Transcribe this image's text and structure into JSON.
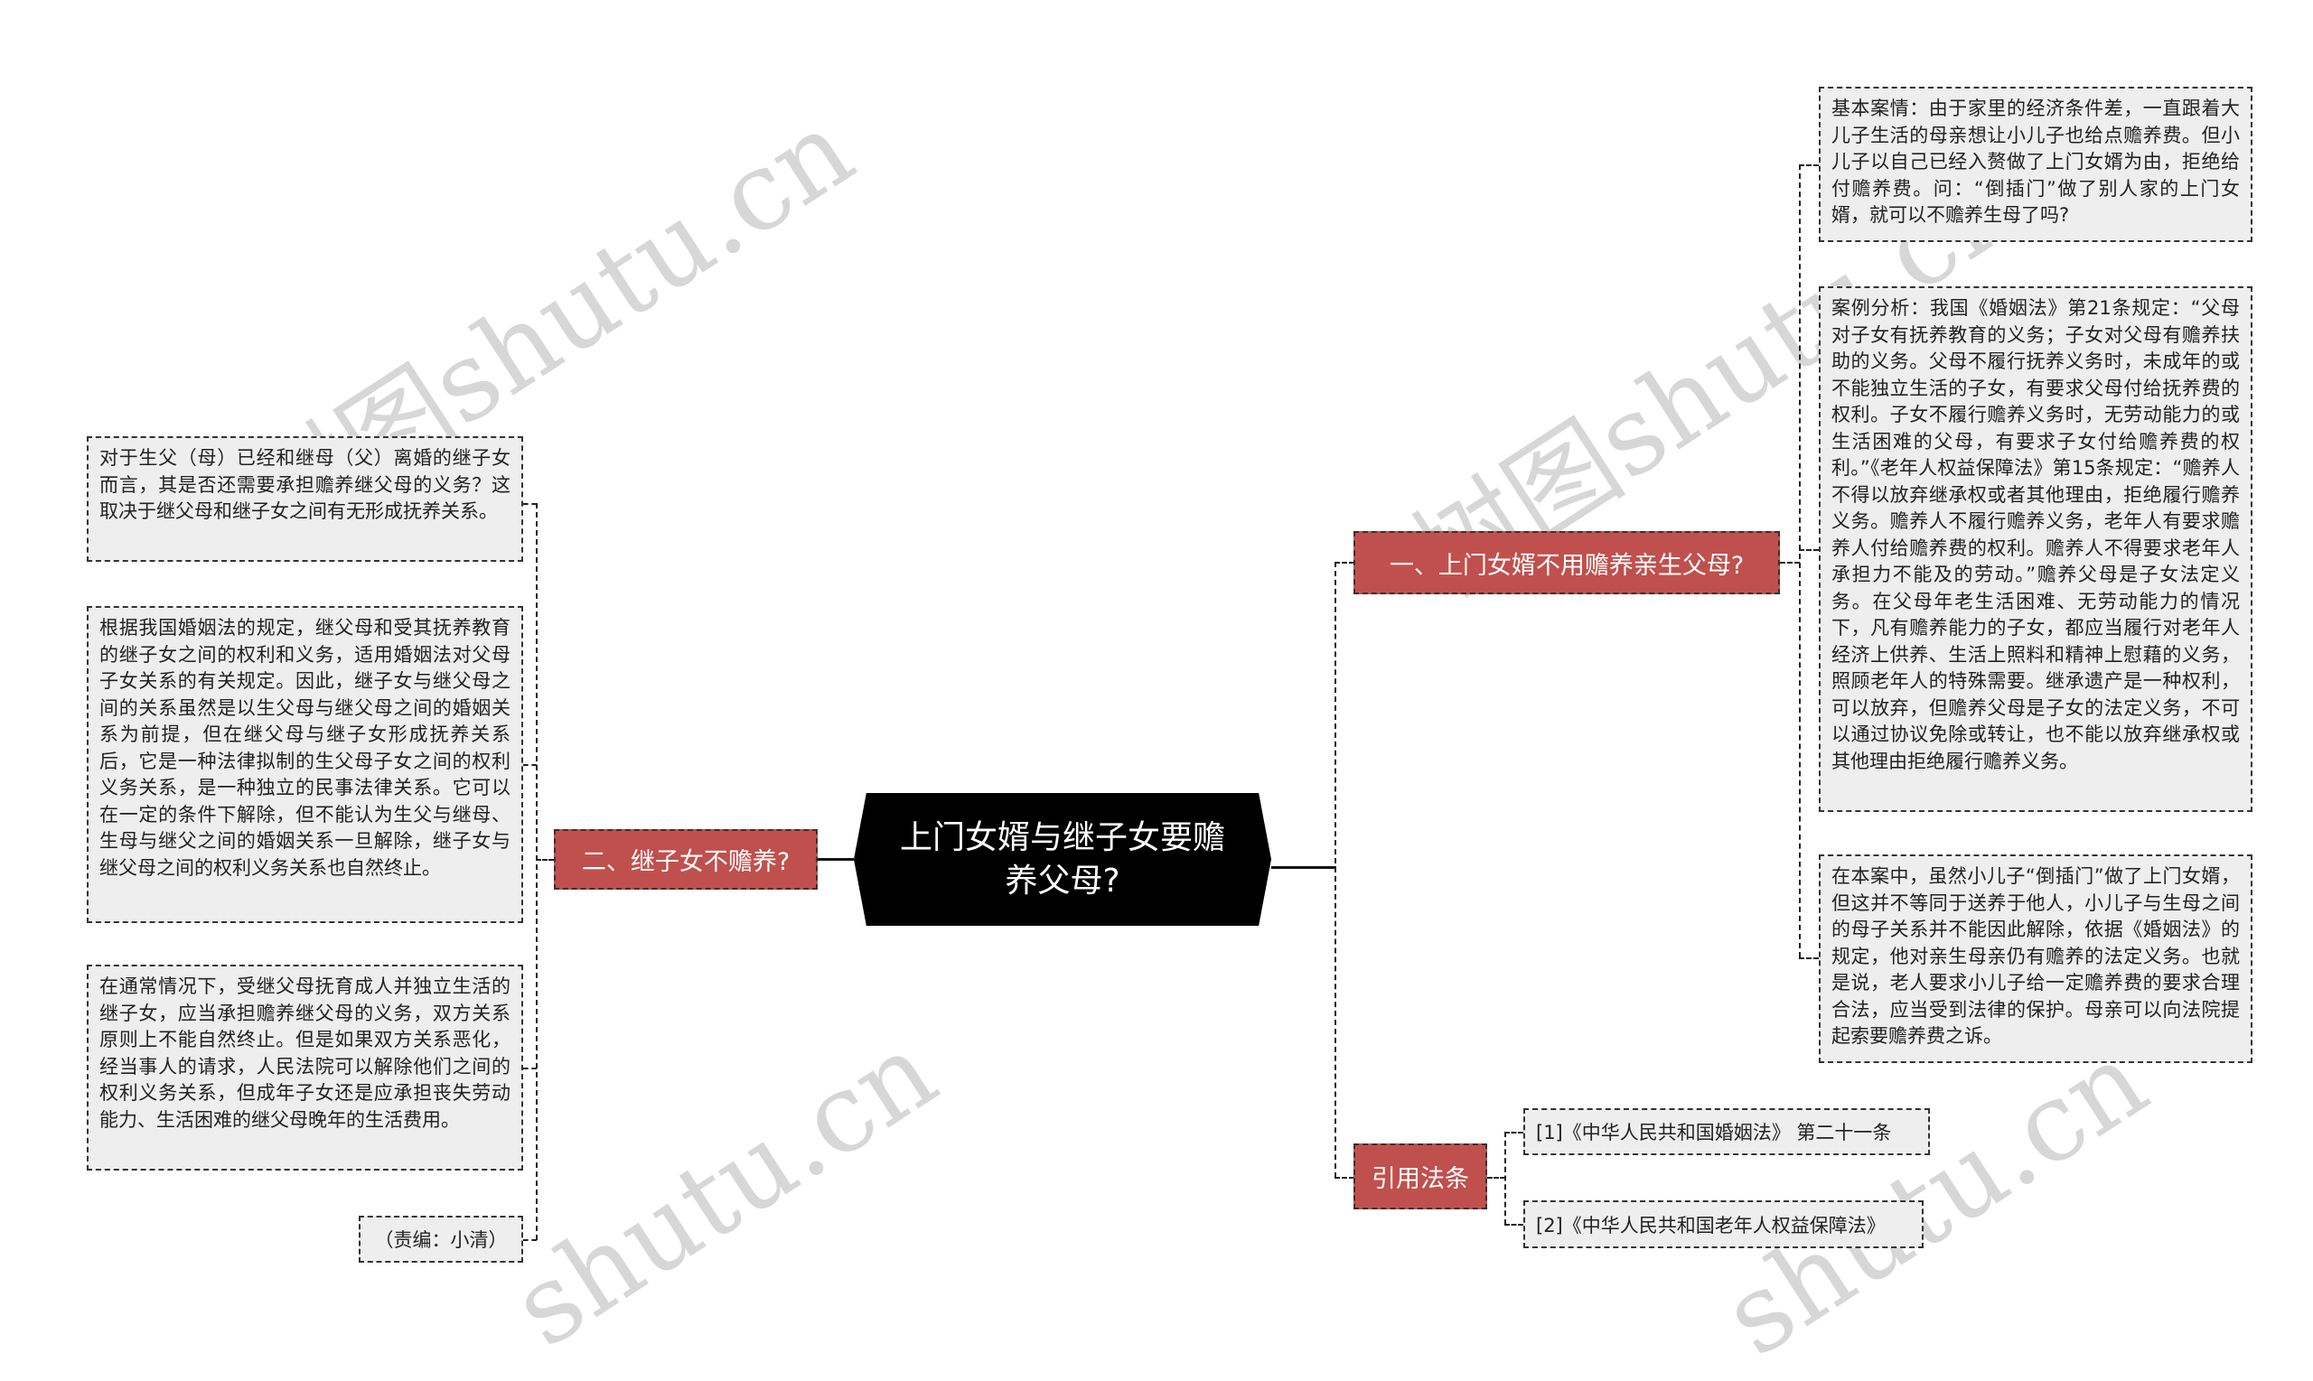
{
  "central": {
    "title": "上门女婿与继子女要赡养父母?"
  },
  "branches": {
    "right1": {
      "label": "一、上门女婿不用赡养亲生父母?",
      "children": [
        "基本案情：由于家里的经济条件差，一直跟着大儿子生活的母亲想让小儿子也给点赡养费。但小儿子以自己已经入赘做了上门女婿为由，拒绝给付赡养费。问：“倒插门”做了别人家的上门女婿，就可以不赡养生母了吗?",
        "案例分析：我国《婚姻法》第21条规定：“父母对子女有抚养教育的义务；子女对父母有赡养扶助的义务。父母不履行抚养义务时，未成年的或不能独立生活的子女，有要求父母付给抚养费的权利。子女不履行赡养义务时，无劳动能力的或生活困难的父母，有要求子女付给赡养费的权利。”《老年人权益保障法》第15条规定：“赡养人不得以放弃继承权或者其他理由，拒绝履行赡养义务。赡养人不履行赡养义务，老年人有要求赡养人付给赡养费的权利。赡养人不得要求老年人承担力不能及的劳动。”赡养父母是子女法定义务。在父母年老生活困难、无劳动能力的情况下，凡有赡养能力的子女，都应当履行对老年人经济上供养、生活上照料和精神上慰藉的义务，照顾老年人的特殊需要。继承遗产是一种权利，可以放弃，但赡养父母是子女的法定义务，不可以通过协议免除或转让，也不能以放弃继承权或其他理由拒绝履行赡养义务。",
        "在本案中，虽然小儿子“倒插门”做了上门女婿，但这并不等同于送养于他人，小儿子与生母之间的母子关系并不能因此解除，依据《婚姻法》的规定，他对亲生母亲仍有赡养的法定义务。也就是说，老人要求小儿子给一定赡养费的要求合理合法，应当受到法律的保护。母亲可以向法院提起索要赡养费之诉。"
      ]
    },
    "right2": {
      "label": "引用法条",
      "children": [
        "[1]《中华人民共和国婚姻法》 第二十一条",
        "[2]《中华人民共和国老年人权益保障法》"
      ]
    },
    "left1": {
      "label": "二、继子女不赡养?",
      "children": [
        "对于生父（母）已经和继母（父）离婚的继子女而言，其是否还需要承担赡养继父母的义务？这取决于继父母和继子女之间有无形成抚养关系。",
        "根据我国婚姻法的规定，继父母和受其抚养教育的继子女之间的权利和义务，适用婚姻法对父母子女关系的有关规定。因此，继子女与继父母之间的关系虽然是以生父母与继父母之间的婚姻关系为前提，但在继父母与继子女形成抚养关系后，它是一种法律拟制的生父母子女之间的权利义务关系，是一种独立的民事法律关系。它可以在一定的条件下解除，但不能认为生父与继母、生母与继父之间的婚姻关系一旦解除，继子女与继父母之间的权利义务关系也自然终止。",
        "在通常情况下，受继父母抚育成人并独立生活的继子女，应当承担赡养继父母的义务，双方关系原则上不能自然终止。但是如果双方关系恶化，经当事人的请求，人民法院可以解除他们之间的权利义务关系，但成年子女还是应承担丧失劳动能力、生活困难的继父母晚年的生活费用。",
        "（责编：小清）"
      ]
    }
  },
  "watermarks": [
    "树图shutu.cn",
    "树图shutu.cn",
    "shutu.cn",
    "shutu.cn"
  ],
  "colors": {
    "branch": "#c0504d",
    "leaf_bg": "#eeeeee",
    "center_bg": "#000000",
    "border": "#333333"
  }
}
